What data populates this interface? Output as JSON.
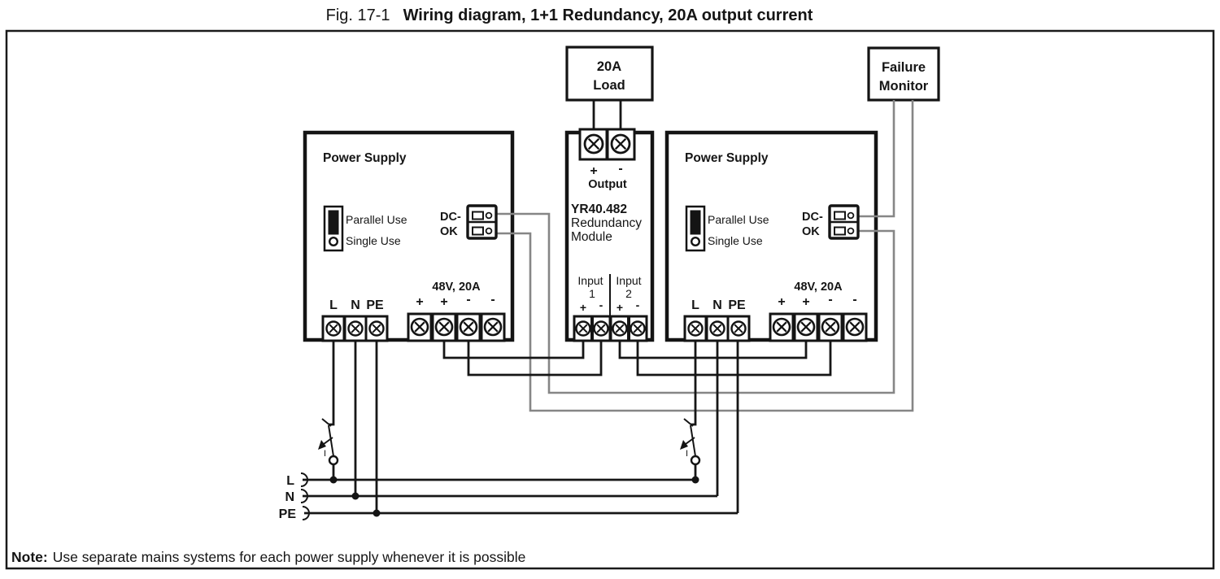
{
  "figure": {
    "label": "Fig. 17-1",
    "title": "Wiring diagram, 1+1 Redundancy, 20A output current"
  },
  "note": {
    "label": "Note:",
    "text": "Use separate mains systems for each power supply whenever it is possible"
  },
  "load": {
    "line1": "20A",
    "line2": "Load"
  },
  "monitor": {
    "line1": "Failure",
    "line2": "Monitor"
  },
  "psu": {
    "title": "Power Supply",
    "parallel": "Parallel Use",
    "single": "Single Use",
    "dcok_line1": "DC-",
    "dcok_line2": "OK",
    "rating": "48V, 20A",
    "plus": "+",
    "minus": "-",
    "l": "L",
    "n": "N",
    "pe": "PE"
  },
  "module": {
    "model": "YR40.482",
    "name_line1": "Redundancy",
    "name_line2": "Module",
    "output": "Output",
    "input": "Input",
    "input1": "1",
    "input2": "2",
    "plus": "+",
    "minus": "-"
  },
  "mains": {
    "l": "L",
    "n": "N",
    "pe": "PE",
    "switch": "I"
  },
  "colors": {
    "wire": "#161616",
    "signal_wire": "#868686",
    "background": "#ffffff"
  }
}
